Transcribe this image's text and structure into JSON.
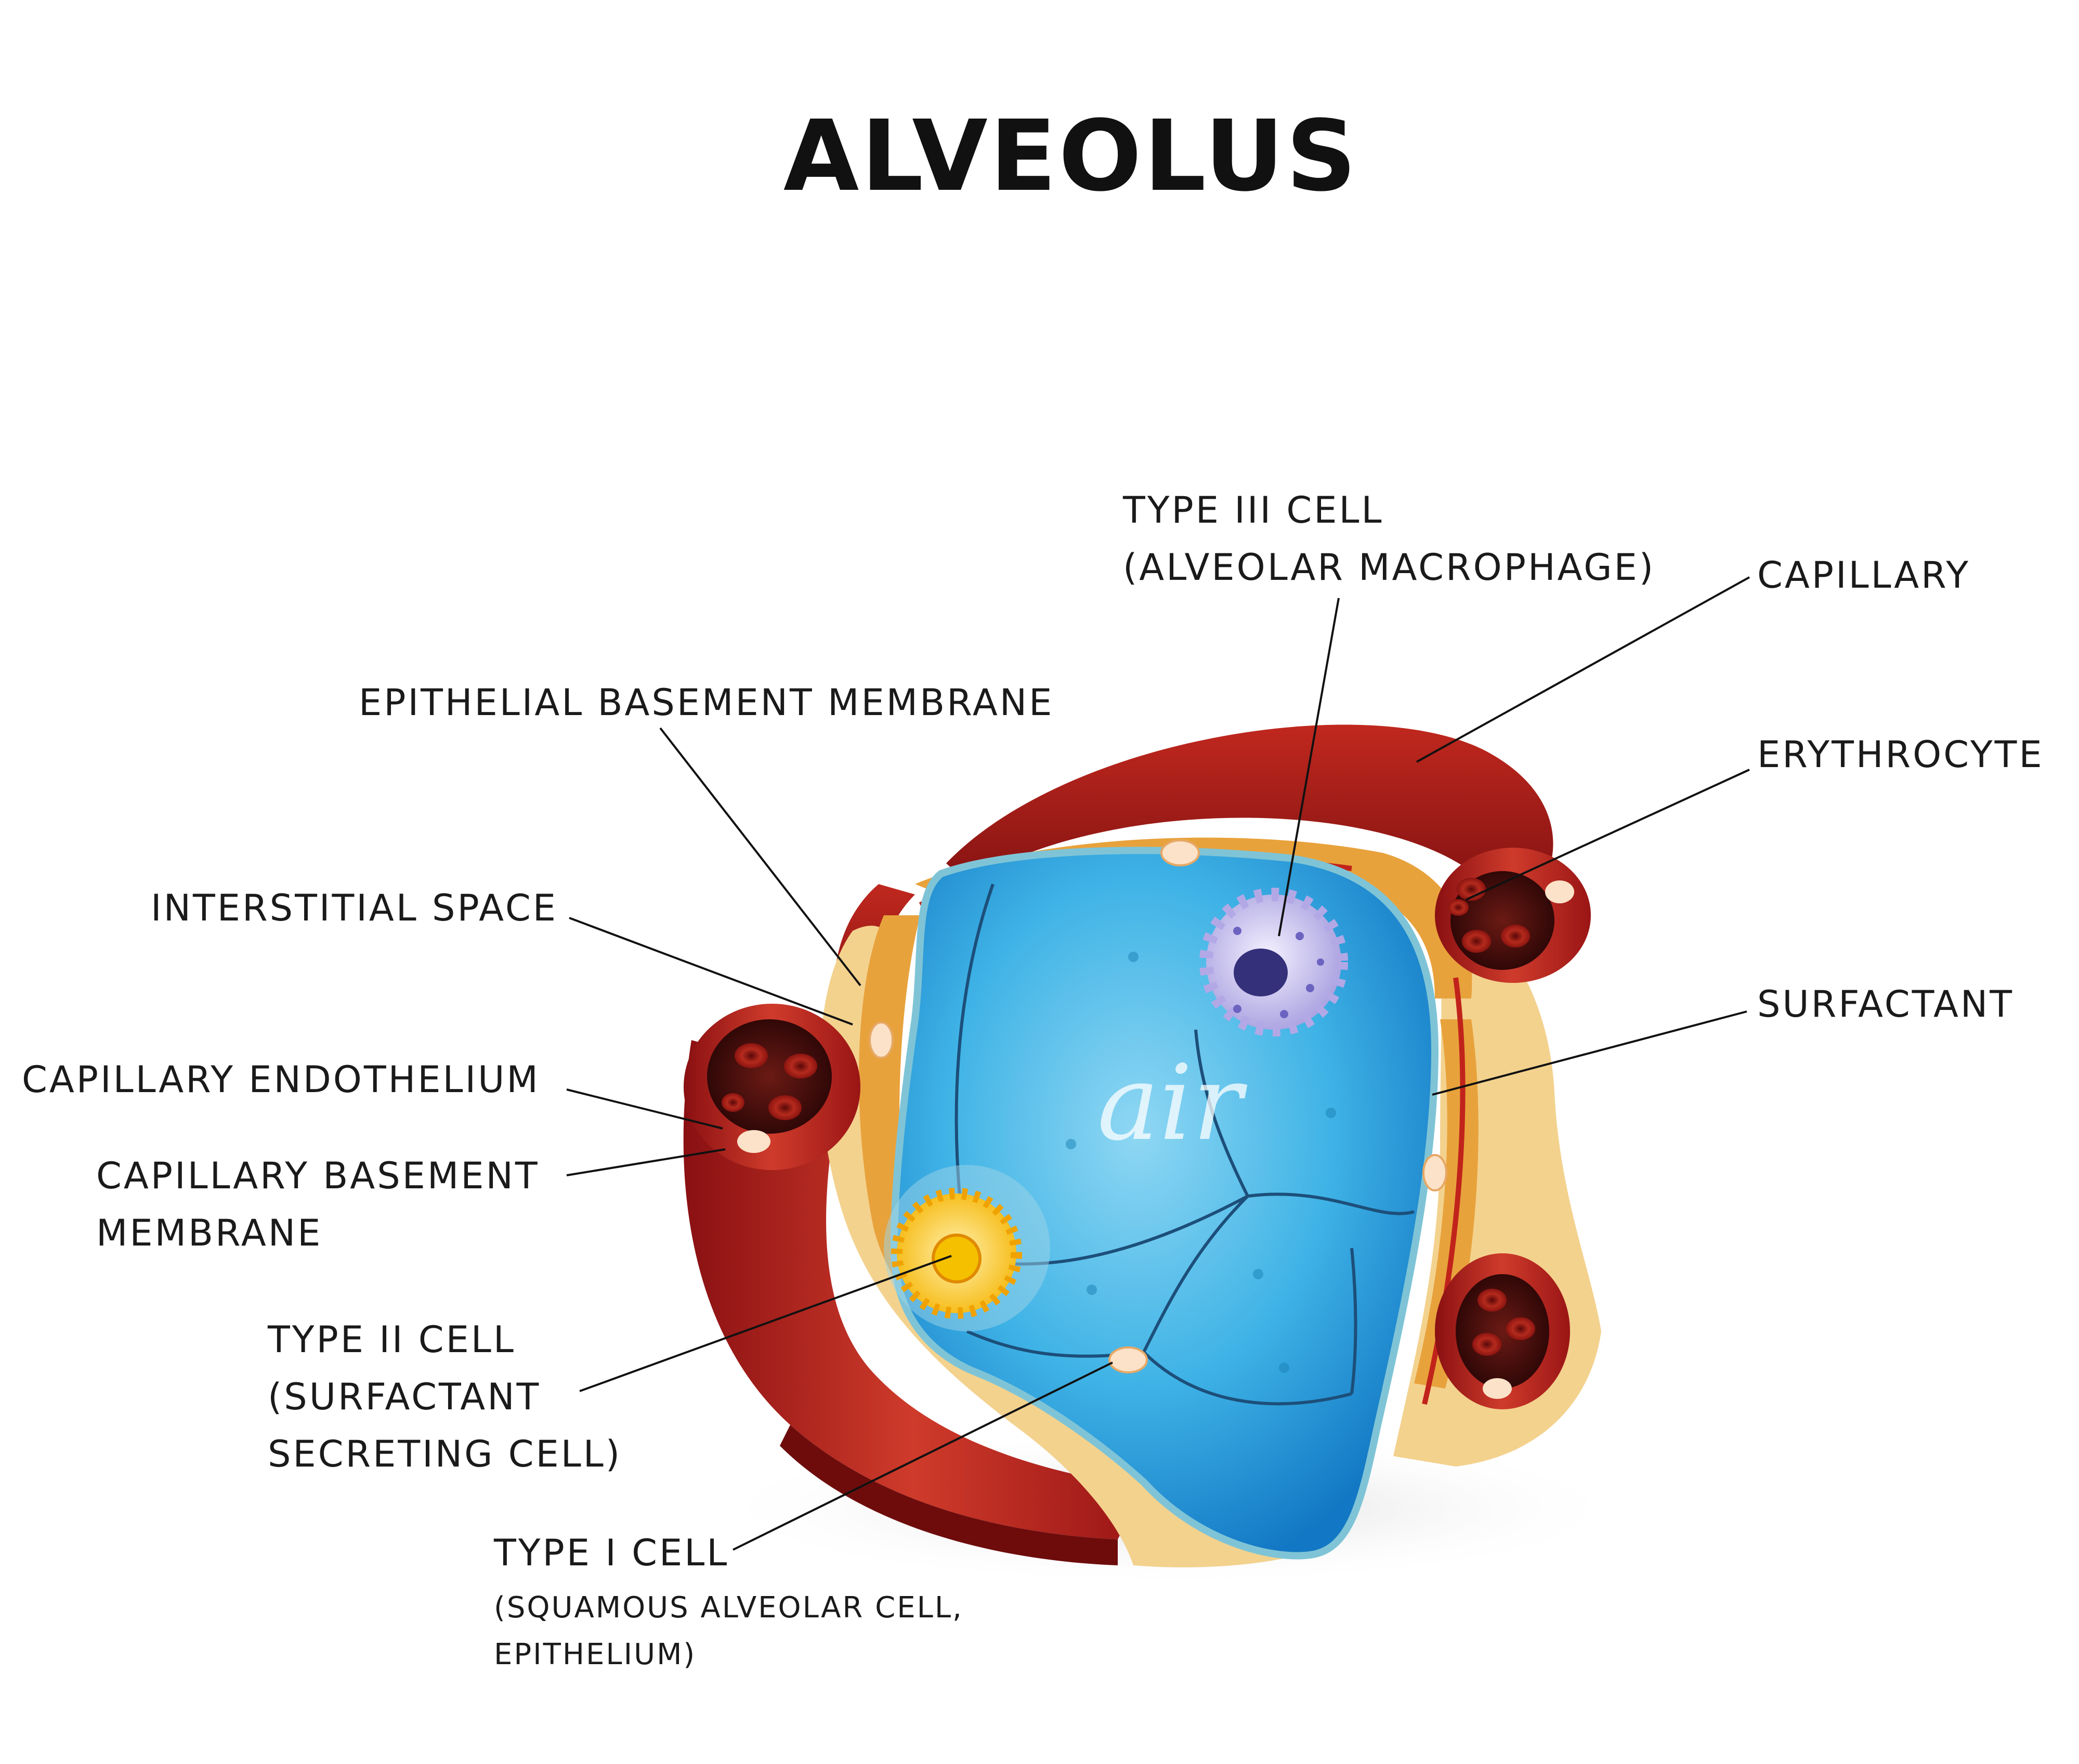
{
  "title": "ALVEOLUS",
  "air_label": "air",
  "labels": {
    "type3_line1": "TYPE III CELL",
    "type3_line2": "(ALVEOLAR MACROPHAGE)",
    "capillary": "CAPILLARY",
    "erythrocyte": "ERYTHROCYTE",
    "surfactant": "SURFACTANT",
    "epithelial_bm": "EPITHELIAL BASEMENT MEMBRANE",
    "interstitial": "INTERSTITIAL SPACE",
    "cap_endothelium": "CAPILLARY ENDOTHELIUM",
    "cap_bm_line1": "CAPILLARY BASEMENT",
    "cap_bm_line2": "MEMBRANE",
    "type2_line1": "TYPE II CELL",
    "type2_line2": "(SURFACTANT",
    "type2_line3": "SECRETING CELL)",
    "type1_line1": "TYPE I CELL",
    "type1_line2": "(SQUAMOUS ALVEOLAR CELL,",
    "type1_line3": "EPITHELIUM)"
  },
  "colors": {
    "capillary_red": "#a01a1a",
    "interstitial_yellow": "#f3d28e",
    "air_blue": "#2aa7e0",
    "type2_cell": "#f5a300",
    "macrophage": "#c9c3ee"
  }
}
